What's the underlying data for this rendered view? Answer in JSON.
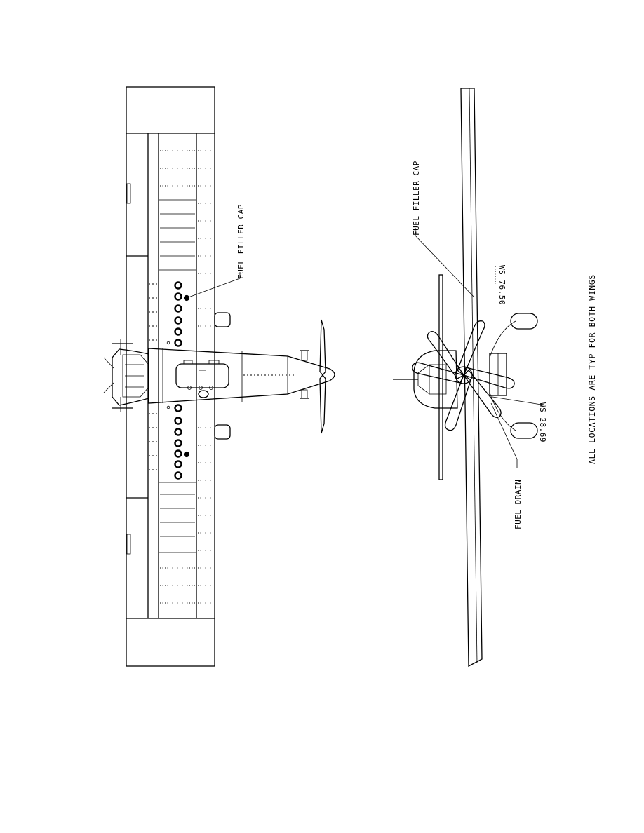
{
  "labels": {
    "top_view_filler": "FUEL FILLER CAP",
    "front_view_filler": "FUEL FILLER CAP",
    "fuel_drain": "FUEL DRAIN",
    "ws_outer": "WS 76.50",
    "ws_inner": "WS 28.69",
    "note": "ALL LOCATIONS ARE TYP FOR BOTH WINGS"
  }
}
